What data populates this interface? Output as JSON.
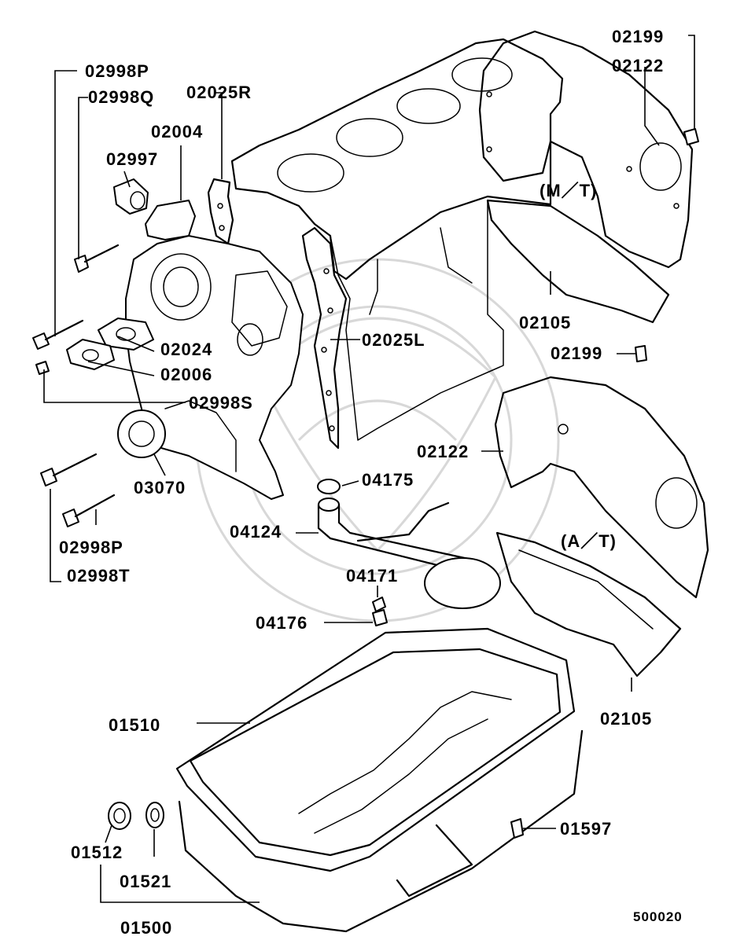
{
  "diagram": {
    "drawing_number": "500020",
    "callouts": {
      "c02199_top": "02199",
      "c02122_top": "02122",
      "c02998P_top": "02998P",
      "c02998Q": "02998Q",
      "c02025R": "02025R",
      "c02004": "02004",
      "c02997": "02997",
      "c02024": "02024",
      "c02006": "02006",
      "c02998S": "02998S",
      "c02025L": "02025L",
      "c02105_mt": "02105",
      "c02199_mid": "02199",
      "c02122_at": "02122",
      "c03070": "03070",
      "c04175": "04175",
      "c04124": "04124",
      "c02998P_bot": "02998P",
      "c02998T": "02998T",
      "c04171": "04171",
      "c04176": "04176",
      "c02105_at": "02105",
      "c01510": "01510",
      "c01597": "01597",
      "c01512": "01512",
      "c01521": "01521",
      "c01500": "01500"
    },
    "variants": {
      "mt": "(M／T)",
      "at": "(A／T)"
    }
  }
}
